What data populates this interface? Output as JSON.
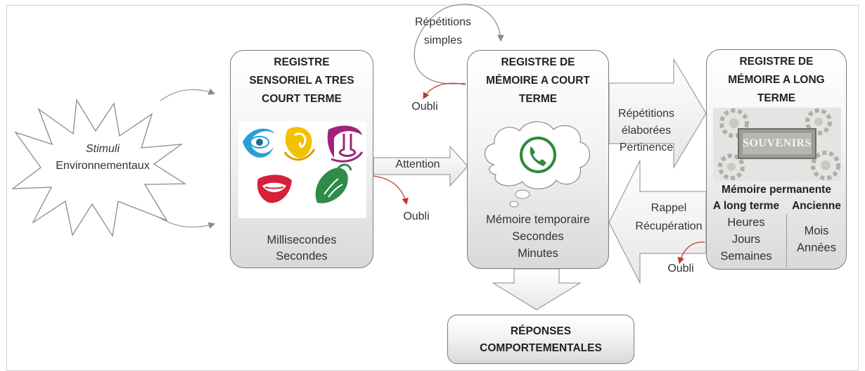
{
  "stimuli": {
    "line1": "Stimuli",
    "line2": "Environnementaux"
  },
  "sensory": {
    "title_lines": [
      "REGISTRE",
      "SENSORIEL A TRES",
      "COURT TERME"
    ],
    "times": [
      "Millisecondes",
      "Secondes"
    ]
  },
  "short_term": {
    "title_lines": [
      "REGISTRE DE",
      "MÉMOIRE A COURT",
      "TERME"
    ],
    "times": [
      "Mémoire temporaire",
      "Secondes",
      "Minutes"
    ]
  },
  "long_term": {
    "title_lines": [
      "REGISTRE DE",
      "MÉMOIRE A LONG",
      "TERME"
    ],
    "sign": "SOUVENIRS",
    "permanent": "Mémoire permanente",
    "left_col": {
      "header": "A long terme",
      "items": [
        "Heures",
        "Jours",
        "Semaines"
      ]
    },
    "right_col": {
      "header": "Ancienne",
      "items": [
        "Mois",
        "Années"
      ]
    }
  },
  "responses": {
    "lines": [
      "RÉPONSES",
      "COMPORTEMENTALES"
    ]
  },
  "labels": {
    "attention": "Attention",
    "repetitions_simples": [
      "Répétitions",
      "simples"
    ],
    "repetitions_elaborees": [
      "Répétitions",
      "élaborées",
      "Pertinence"
    ],
    "rappel": [
      "Rappel",
      "Récupération"
    ],
    "oubli": "Oubli"
  },
  "colors": {
    "eye": "#2a9fd6",
    "ear": "#f2c200",
    "nose": "#a0247a",
    "mouth": "#d6203a",
    "hand": "#2e8b4a",
    "phone": "#2d8a3a",
    "oubli": "#c0392b"
  }
}
